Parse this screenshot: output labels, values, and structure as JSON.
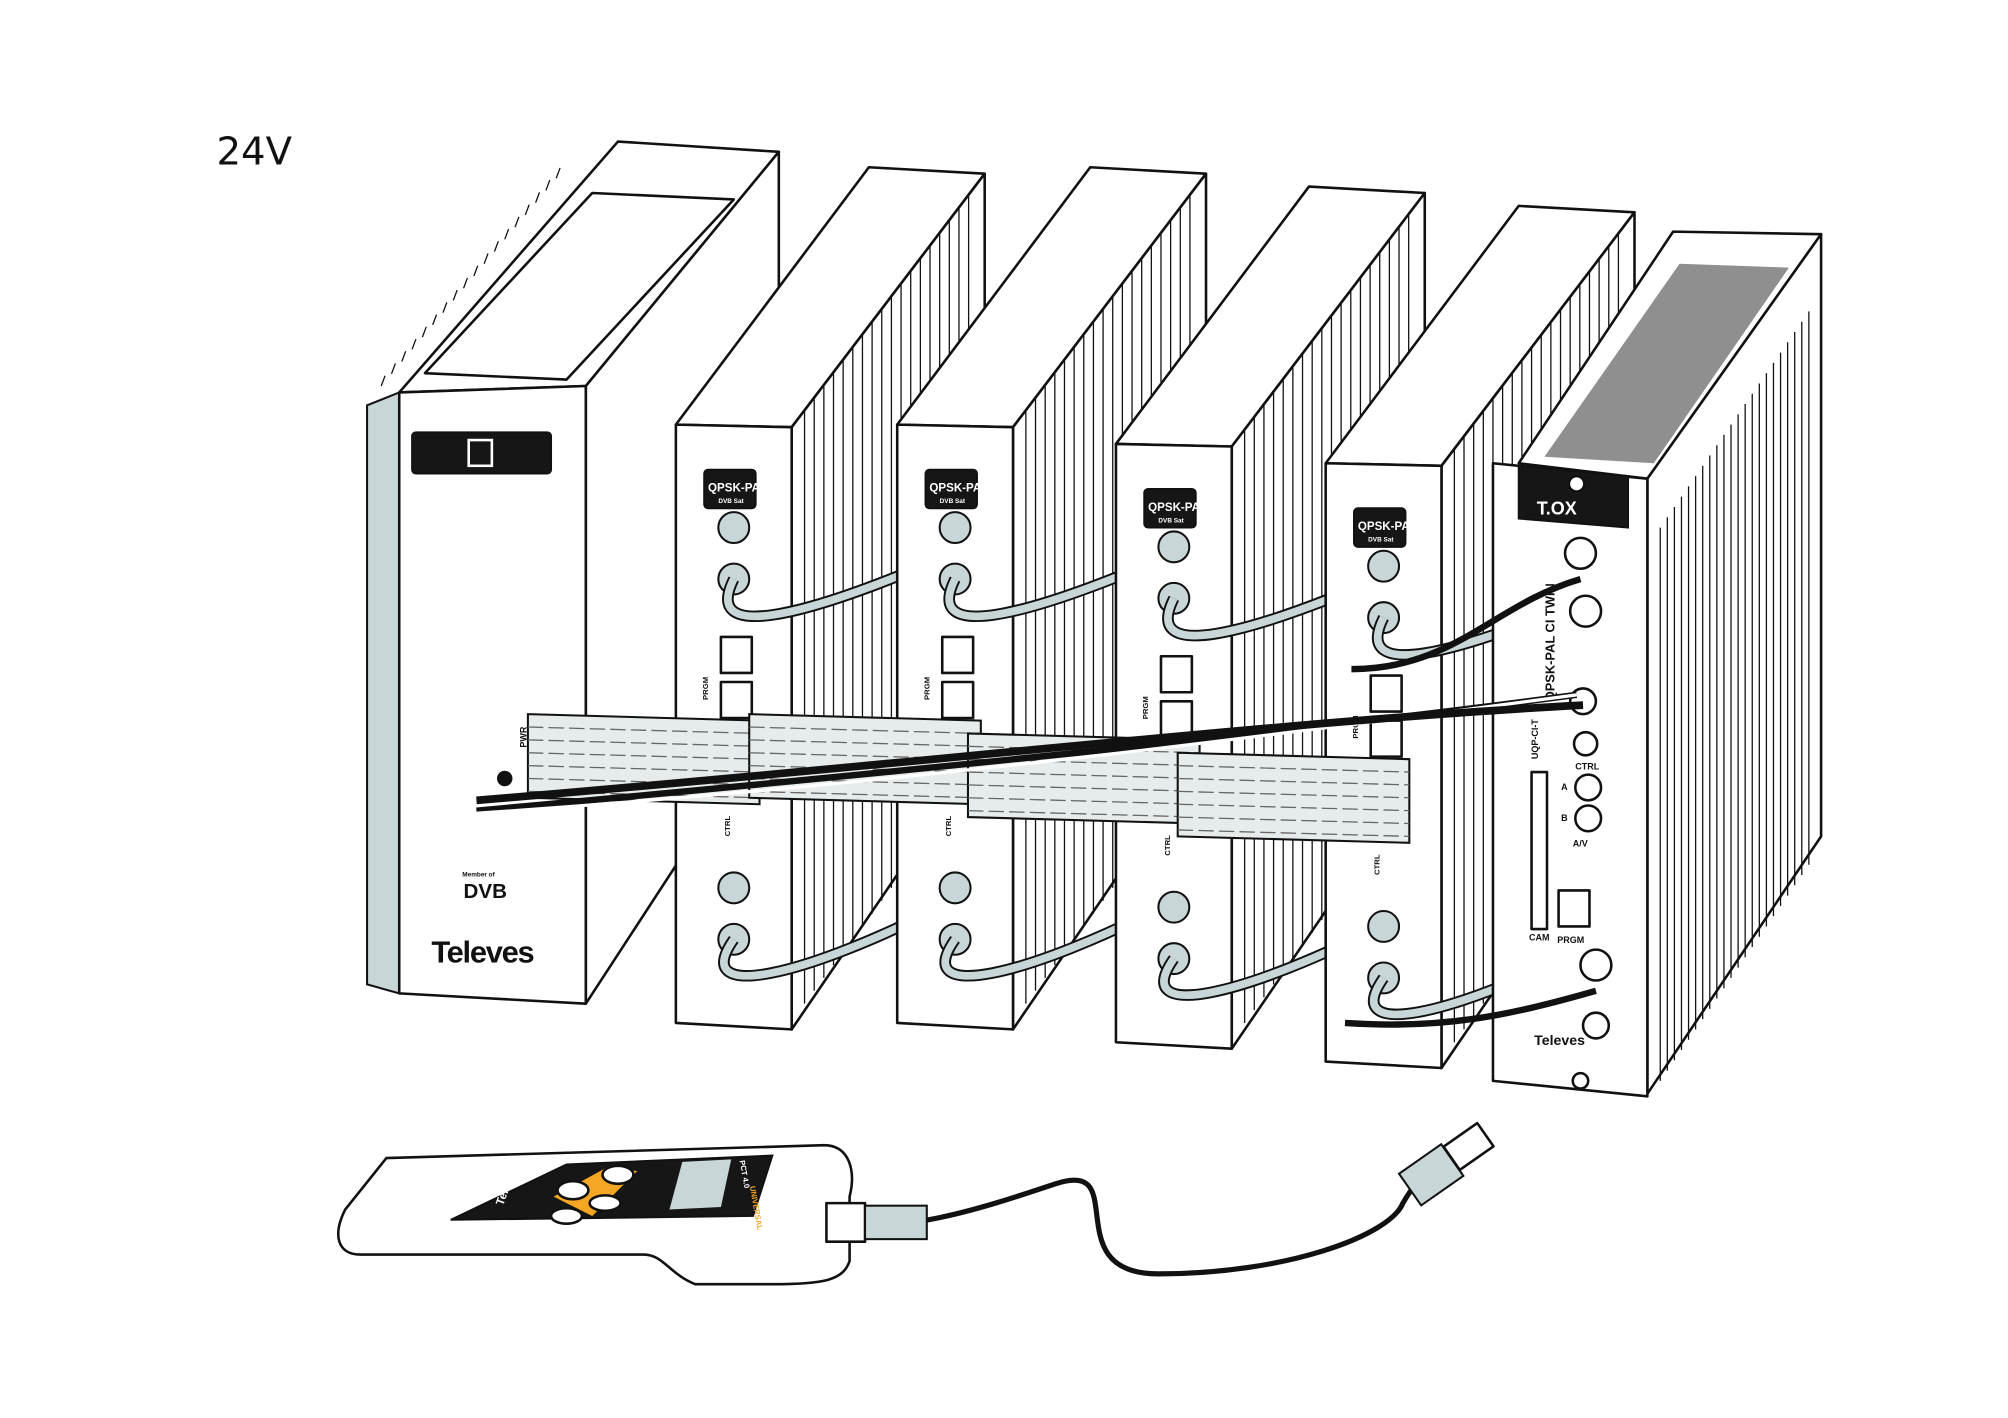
{
  "diagram": {
    "voltage_label": "24V",
    "power_supply": {
      "brand": "Televes",
      "member_of": "Member of",
      "dvb_logo": "DVB",
      "pwr_label": "PWR"
    },
    "modules": [
      {
        "name": "QPSK-PAL",
        "sub": "DVB Sat",
        "prgm": "PRGM",
        "ctrl": "CTRL"
      },
      {
        "name": "QPSK-PAL",
        "sub": "DVB Sat",
        "prgm": "PRGM",
        "ctrl": "CTRL"
      },
      {
        "name": "QPSK-PAL",
        "sub": "DVB Sat",
        "prgm": "PRGM",
        "ctrl": "CTRL"
      },
      {
        "name": "QPSK-PAL",
        "sub": "DVB Sat",
        "prgm": "PRGM",
        "ctrl": "CTRL"
      }
    ],
    "tox_module": {
      "brand_header": "T.OX",
      "model": "QPSK-PAL CI TWIN",
      "code": "UQP-CI-T",
      "ctrl": "CTRL",
      "port_a": "A",
      "port_b": "B",
      "av": "A/V",
      "cam": "CAM",
      "prgm": "PRGM",
      "brand": "Televes"
    },
    "programmer": {
      "brand": "Televes",
      "model": "PCT 4.0",
      "edition": "UNIVERSAL"
    },
    "colors": {
      "accent": "#f5a623",
      "cable_gray": "#c9d6d8",
      "panel_black": "#161616"
    }
  }
}
